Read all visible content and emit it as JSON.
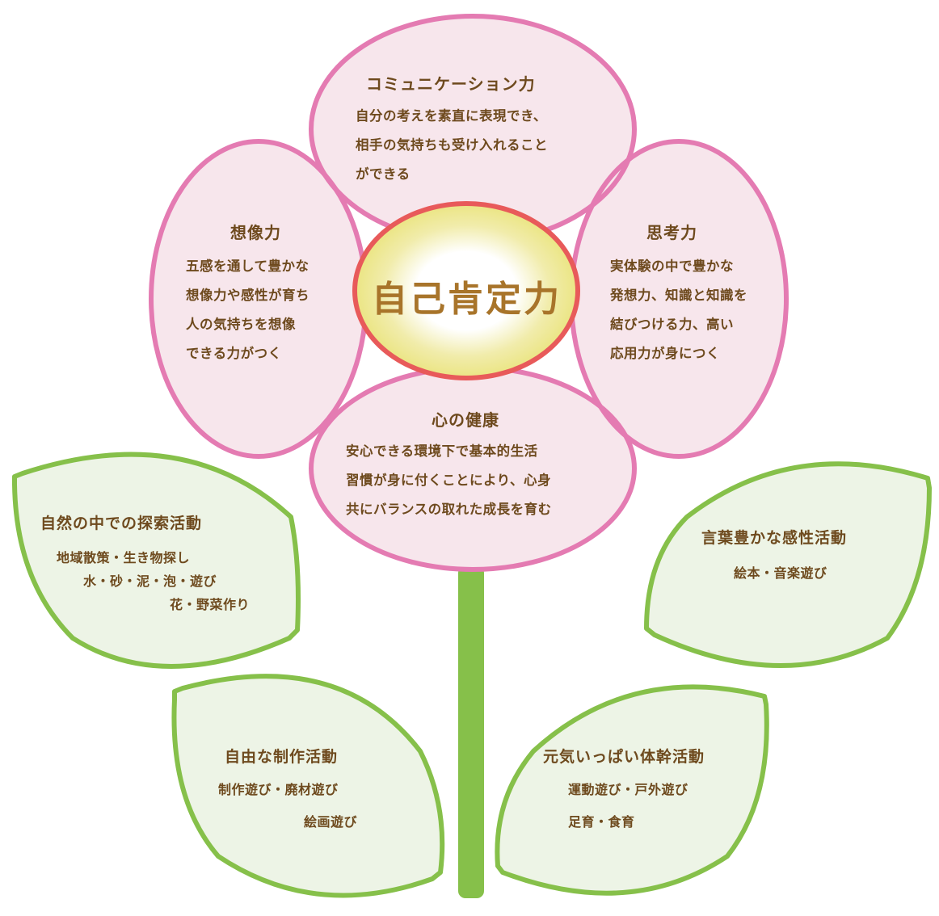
{
  "center": {
    "label": "自己肯定力"
  },
  "petals": [
    {
      "id": "top",
      "title": "コミュニケーション力",
      "lines": [
        "自分の考えを素直に表現でき、",
        "相手の気持ちも受け入れること",
        "ができる"
      ]
    },
    {
      "id": "left",
      "title": "想像力",
      "lines": [
        "五感を通して豊かな",
        "想像力や感性が育ち",
        "人の気持ちを想像",
        "できる力がつく"
      ]
    },
    {
      "id": "right",
      "title": "思考力",
      "lines": [
        "実体験の中で豊かな",
        "発想力、知識と知識を",
        "結びつける力、高い",
        "応用力が身につく"
      ]
    },
    {
      "id": "bottom",
      "title": "心の健康",
      "lines": [
        "安心できる環境下で基本的生活",
        "習慣が身に付くことにより、心身",
        "共にバランスの取れた成長を育む"
      ]
    }
  ],
  "leaves": [
    {
      "id": "upper-left",
      "title": "自然の中での探索活動",
      "lines": [
        "地域散策・生き物探し",
        "水・砂・泥・泡・遊び",
        "花・野菜作り"
      ]
    },
    {
      "id": "upper-right",
      "title": "言葉豊かな感性活動",
      "lines": [
        "絵本・音楽遊び"
      ]
    },
    {
      "id": "lower-left",
      "title": "自由な制作活動",
      "lines": [
        "制作遊び・廃材遊び",
        "絵画遊び"
      ]
    },
    {
      "id": "lower-right",
      "title": "元気いっぱい体幹活動",
      "lines": [
        "運動遊び・戸外遊び",
        "足育・食育"
      ]
    }
  ],
  "colors": {
    "petal_stroke": "#e47bb2",
    "petal_fill": "#f7e6ec",
    "center_stroke": "#e85a5a",
    "center_fill": "#ebe583",
    "leaf_stroke": "#86c04a",
    "leaf_fill": "#edf4e6",
    "text": "#6e4a1e",
    "center_text": "#a8742a"
  }
}
